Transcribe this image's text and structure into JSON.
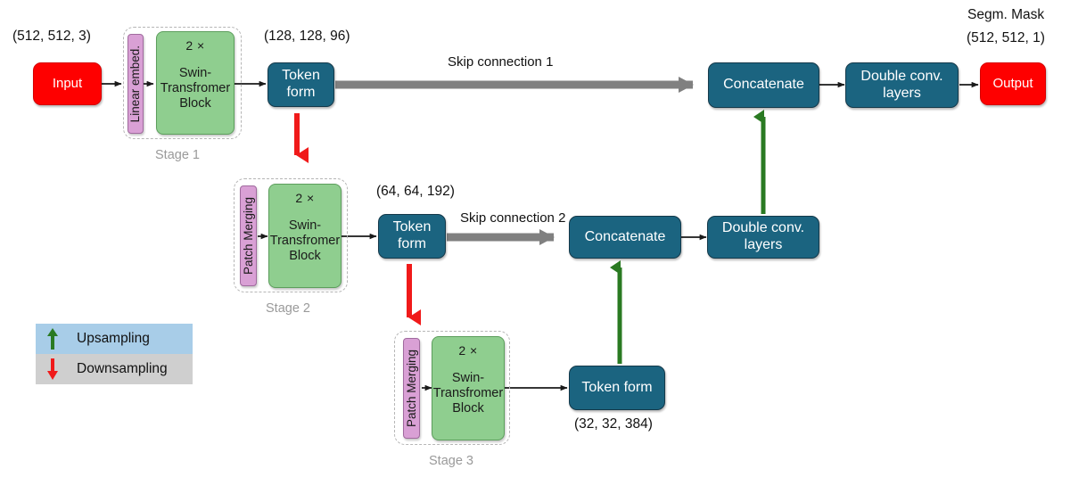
{
  "diagram": {
    "title": "Swin-Transformer U-Net segmentation architecture",
    "colors": {
      "process": "#1b6480",
      "terminal": "#fe0000",
      "transformer": "#8fce8f",
      "embedding": "#d9a0d5",
      "skip": "#808080",
      "upsample": "#2a7a22",
      "downsample": "#f01a1a",
      "stage_border": "#b6b6b6",
      "legend_up_bg": "#a8cde8",
      "legend_down_bg": "#cfcfcf"
    }
  },
  "annotations": {
    "input_shape": "(512, 512, 3)",
    "stage1_out_shape": "(128, 128, 96)",
    "stage2_out_shape": "(64, 64, 192)",
    "stage3_out_shape": "(32, 32, 384)",
    "output_title": "Segm. Mask",
    "output_shape": "(512, 512, 1)",
    "skip1": "Skip connection 1",
    "skip2": "Skip connection 2"
  },
  "nodes": {
    "input": "Input",
    "output": "Output",
    "linear_embed": "Linear embed.",
    "patch_merging_2": "Patch Merging",
    "patch_merging_3": "Patch Merging",
    "swin_mult": "2 ×",
    "swin_title_1": "Swin-\nTransfromer\nBlock",
    "swin_title_2": "Swin-\nTransfromer\nBlock",
    "swin_title_3": "Swin-\nTransfromer\nBlock",
    "token_form_1": "Token\nform",
    "token_form_2": "Token\nform",
    "token_form_3": "Token form",
    "concatenate_1": "Concatenate",
    "concatenate_2": "Concatenate",
    "double_conv_1": "Double conv.\nlayers",
    "double_conv_2": "Double conv.\nlayers"
  },
  "stages": {
    "stage1": "Stage 1",
    "stage2": "Stage 2",
    "stage3": "Stage 3"
  },
  "legend": {
    "upsampling": "Upsampling",
    "downsampling": "Downsampling",
    "up_arrow_icon": "arrow-up-icon",
    "down_arrow_icon": "arrow-down-icon"
  }
}
